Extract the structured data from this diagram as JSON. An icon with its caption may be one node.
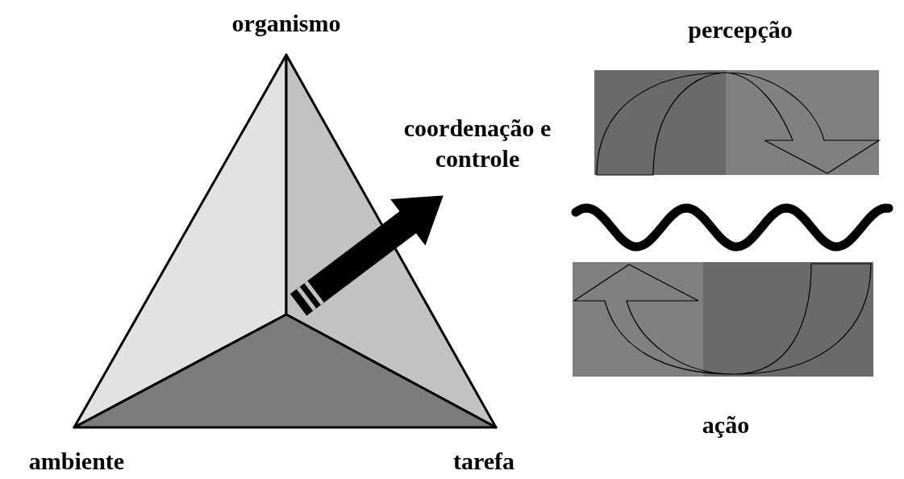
{
  "diagram": {
    "labels": [
      "organismo",
      "percepção",
      "coordenação e controle",
      "ação",
      "ambiente",
      "tarefa"
    ]
  }
}
